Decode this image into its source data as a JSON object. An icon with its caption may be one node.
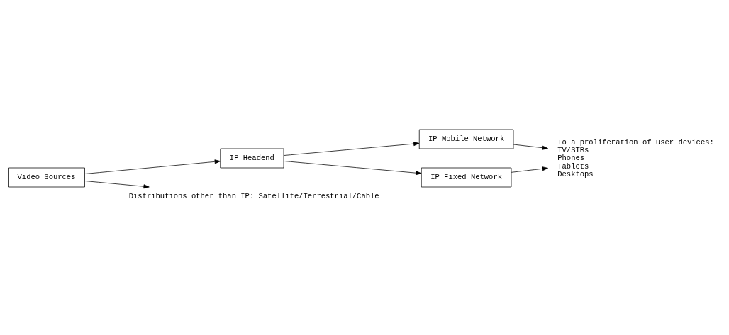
{
  "diagram": {
    "nodes": [
      {
        "text": [
          "Video Sources"
        ]
      },
      {
        "text": [
          "IP Headend"
        ]
      },
      {
        "text": [
          "IP Mobile Network"
        ]
      },
      {
        "text": [
          "IP Fixed Network"
        ]
      },
      {
        "text": [
          "Distributions other than IP: Satellite/Terrestrial/Cable"
        ]
      },
      {
        "text": [
          "To a proliferation of user devices:",
          "TV/STBs",
          "Phones",
          "Tablets",
          "Desktops"
        ]
      }
    ],
    "edges": [
      {
        "from": 0,
        "to": 4,
        "arrow": "to"
      },
      {
        "from": 0,
        "to": 1,
        "arrow": "to"
      },
      {
        "from": 1,
        "to": 2,
        "arrow": "to"
      },
      {
        "from": 1,
        "to": 3,
        "arrow": "to"
      },
      {
        "from": 2,
        "to": 5,
        "arrow": "to"
      },
      {
        "from": 3,
        "to": 5,
        "arrow": "to"
      }
    ]
  }
}
